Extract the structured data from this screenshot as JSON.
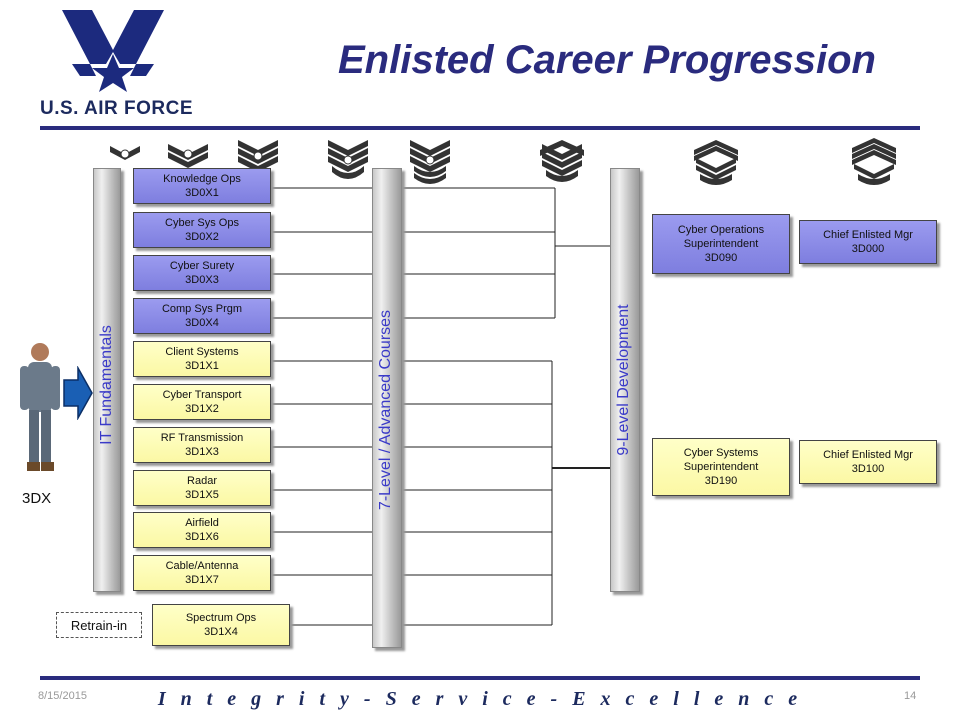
{
  "header": {
    "title": "Enlisted Career Progression",
    "logo_text": "U.S. AIR FORCE"
  },
  "columns": {
    "it_fundamentals": "IT Fundamentals",
    "seven_level": "7-Level / Advanced Courses",
    "nine_level": "9-Level Development"
  },
  "afsc_boxes": [
    {
      "name": "Knowledge Ops",
      "code": "3D0X1"
    },
    {
      "name": "Cyber Sys Ops",
      "code": "3D0X2"
    },
    {
      "name": "Cyber Surety",
      "code": "3D0X3"
    },
    {
      "name": "Comp Sys Prgm",
      "code": "3D0X4"
    },
    {
      "name": "Client Systems",
      "code": "3D1X1"
    },
    {
      "name": "Cyber Transport",
      "code": "3D1X2"
    },
    {
      "name": "RF Transmission",
      "code": "3D1X3"
    },
    {
      "name": "Radar",
      "code": "3D1X5"
    },
    {
      "name": "Airfield",
      "code": "3D1X6"
    },
    {
      "name": "Cable/Antenna",
      "code": "3D1X7"
    }
  ],
  "spectrum": {
    "name": "Spectrum Ops",
    "code": "3D1X4"
  },
  "superintendents": [
    {
      "line1": "Cyber Operations",
      "line2": "Superintendent",
      "code": "3D090"
    },
    {
      "line1": "Cyber Systems",
      "line2": "Superintendent",
      "code": "3D190"
    }
  ],
  "chiefs": [
    {
      "name": "Chief Enlisted Mgr",
      "code": "3D000"
    },
    {
      "name": "Chief Enlisted Mgr",
      "code": "3D100"
    }
  ],
  "retrain_label": "Retrain-in",
  "entry_label": "3DX",
  "footer": {
    "motto": "I n t e g r i t y  -  S e r v i c e  -  E x c e l l e n c e",
    "date": "8/15/2015",
    "page": "14"
  },
  "colors": {
    "blue_box": "#8585e5",
    "yellow_box": "#fbf8a4",
    "title": "#2a2b7e",
    "column_label": "#3a3ac8"
  }
}
